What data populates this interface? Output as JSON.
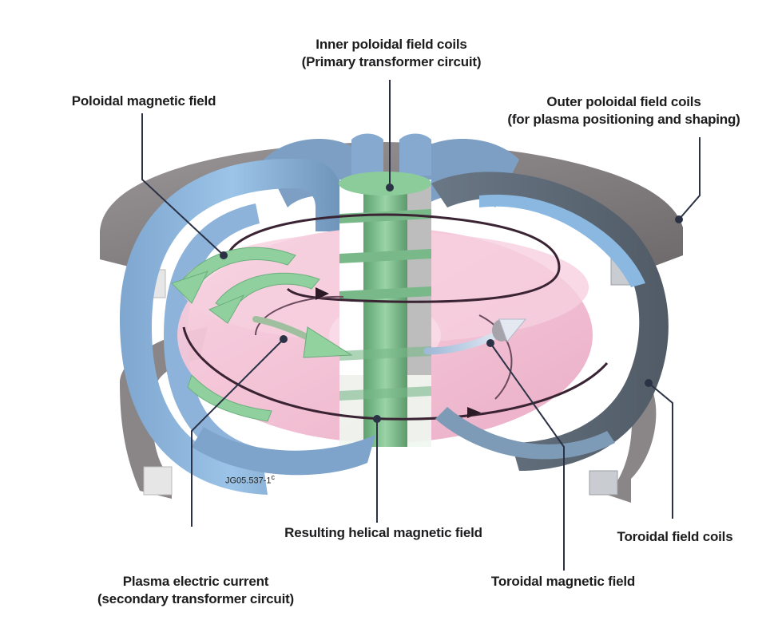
{
  "diagram": {
    "title": "Tokamak magnetic field configuration",
    "credit": {
      "main": "JG05.537-1",
      "suffix": "c"
    },
    "labels": {
      "inner_coils": {
        "line1": "Inner poloidal field coils",
        "line2": "(Primary transformer circuit)"
      },
      "poloidal_field": {
        "line1": "Poloidal magnetic field"
      },
      "outer_coils": {
        "line1": "Outer poloidal field coils",
        "line2": "(for plasma positioning and shaping)"
      },
      "helical_field": {
        "line1": "Resulting helical magnetic field"
      },
      "toroidal_coils": {
        "line1": "Toroidal field coils"
      },
      "plasma_current": {
        "line1": "Plasma electric current",
        "line2": "(secondary transformer circuit)"
      },
      "toroidal_field": {
        "line1": "Toroidal magnetic field"
      }
    },
    "colors": {
      "plasma": "#f4c6d8",
      "toroidal_coil_light": "#8fb6dd",
      "toroidal_coil_dark": "#5a6670",
      "poloidal_coil": "#8c8789",
      "central_solenoid": "#7fc08f",
      "field_arrow": "#88cc99",
      "leader_line": "#2b3246"
    }
  }
}
